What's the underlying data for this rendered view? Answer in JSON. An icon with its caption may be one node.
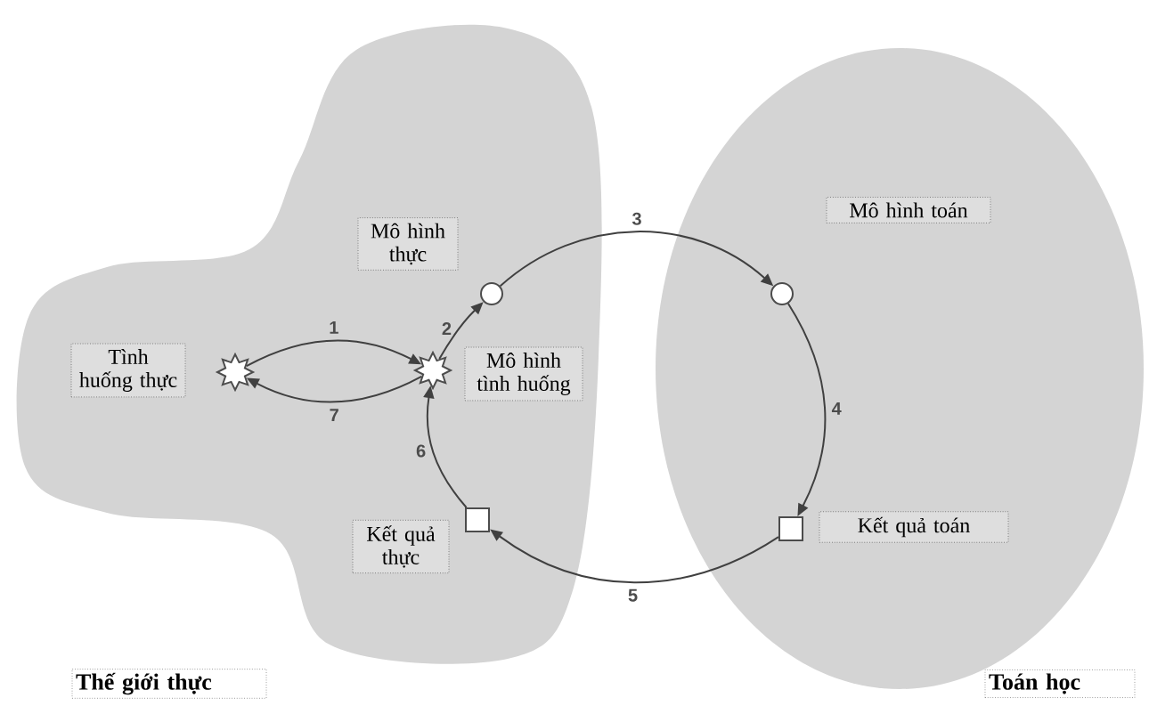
{
  "diagram": {
    "nodes": [
      {
        "text": [
          "Thế giới thực"
        ]
      },
      {
        "text": [
          "Toán học"
        ]
      },
      {
        "text": [
          "Tình huống thực"
        ],
        "in": 0
      },
      {
        "text": [],
        "shape": "star",
        "in": 0
      },
      {
        "text": [
          "Mô hình thực"
        ],
        "in": 0
      },
      {
        "text": [],
        "shape": "circle",
        "in": 0
      },
      {
        "text": [
          "Mô hình tình huống"
        ],
        "in": 0
      },
      {
        "text": [],
        "shape": "star",
        "in": 0
      },
      {
        "text": [
          "Mô hình toán"
        ],
        "in": 1
      },
      {
        "text": [],
        "shape": "circle",
        "in": 1
      },
      {
        "text": [
          "Kết quả toán"
        ],
        "in": 1
      },
      {
        "text": [],
        "shape": "box",
        "in": 1
      },
      {
        "text": [
          "Kết quả thực"
        ],
        "in": 0
      },
      {
        "text": [],
        "shape": "box",
        "in": 0
      }
    ],
    "edges": [
      {
        "from": 3,
        "to": 7,
        "arrow": "to",
        "label": "1"
      },
      {
        "from": 7,
        "to": 5,
        "arrow": "to",
        "label": "2"
      },
      {
        "from": 5,
        "to": 9,
        "arrow": "to",
        "label": "3"
      },
      {
        "from": 9,
        "to": 11,
        "arrow": "to",
        "label": "4"
      },
      {
        "from": 11,
        "to": 13,
        "arrow": "to",
        "label": "5"
      },
      {
        "from": 13,
        "to": 7,
        "arrow": "to",
        "label": "6"
      },
      {
        "from": 7,
        "to": 3,
        "arrow": "to",
        "label": "7"
      }
    ]
  }
}
